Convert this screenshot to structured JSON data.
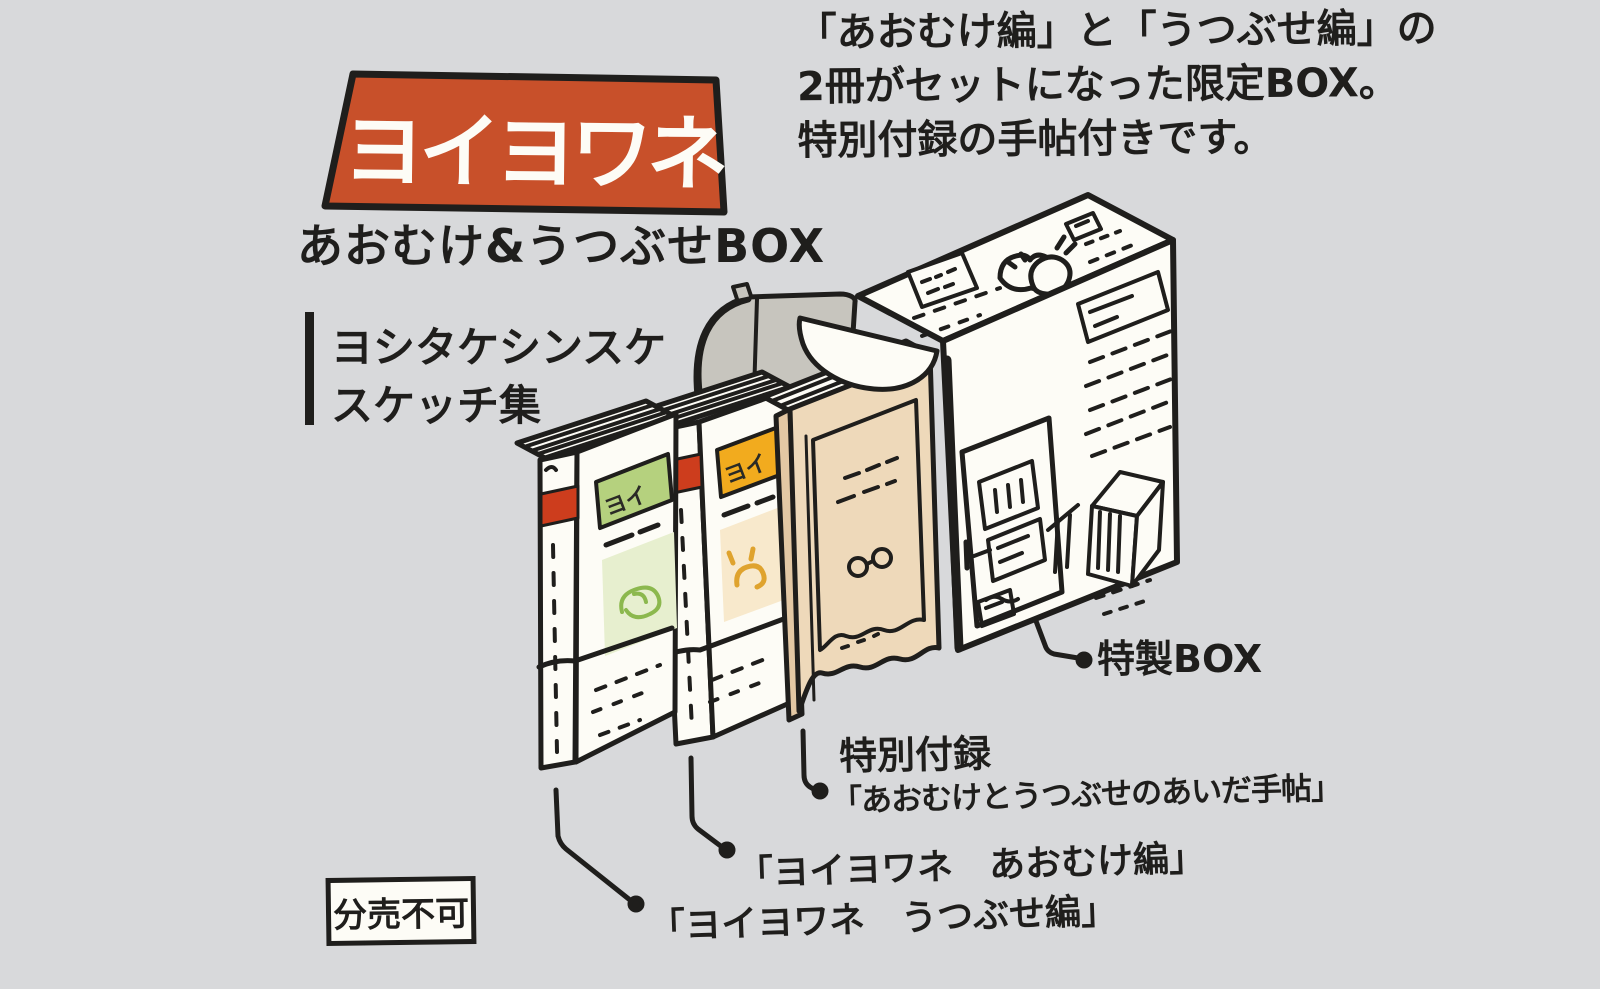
{
  "title_block": {
    "logo_text": "ヨイヨワネ",
    "subtitle": "あおむけ&うつぶせBOX",
    "author_line1": "ヨシタケシンスケ",
    "author_line2": "スケッチ集"
  },
  "description": {
    "line1": "「あおむけ編」と「うつぶせ編」の",
    "line2": "2冊がセットになった限定BOX。",
    "line3": "特別付録の手帖付きです。"
  },
  "callouts": {
    "special_box": "特製BOX",
    "supplement_heading": "特別付録",
    "supplement_title": "「あおむけとうつぶせのあいだ手帖」",
    "book_aomuke": "「ヨイヨワネ　あおむけ編」",
    "book_utsubuse": "「ヨイヨワネ　うつぶせ編」",
    "badge_not_sold_separately": "分売不可"
  },
  "illustration": {
    "cover_hint_text": "ヨイ",
    "colors": {
      "background": "#d8d9db",
      "ink": "#1f1e1c",
      "paper": "#fdfcf6",
      "logo_orange": "#c8502a",
      "spine_band_red": "#cd3d1d",
      "flap_gray": "#c7c5be",
      "notebook_beige": "#eed9ba",
      "notebook_spine": "#e3c8a4",
      "green_label": "#b5d17e",
      "green_panel": "#e7efcf",
      "green_doodle": "#8cb84e",
      "yellow_label": "#f2ab1e",
      "yellow_panel": "#f8e9cc",
      "yellow_doodle": "#dfa32e"
    }
  }
}
